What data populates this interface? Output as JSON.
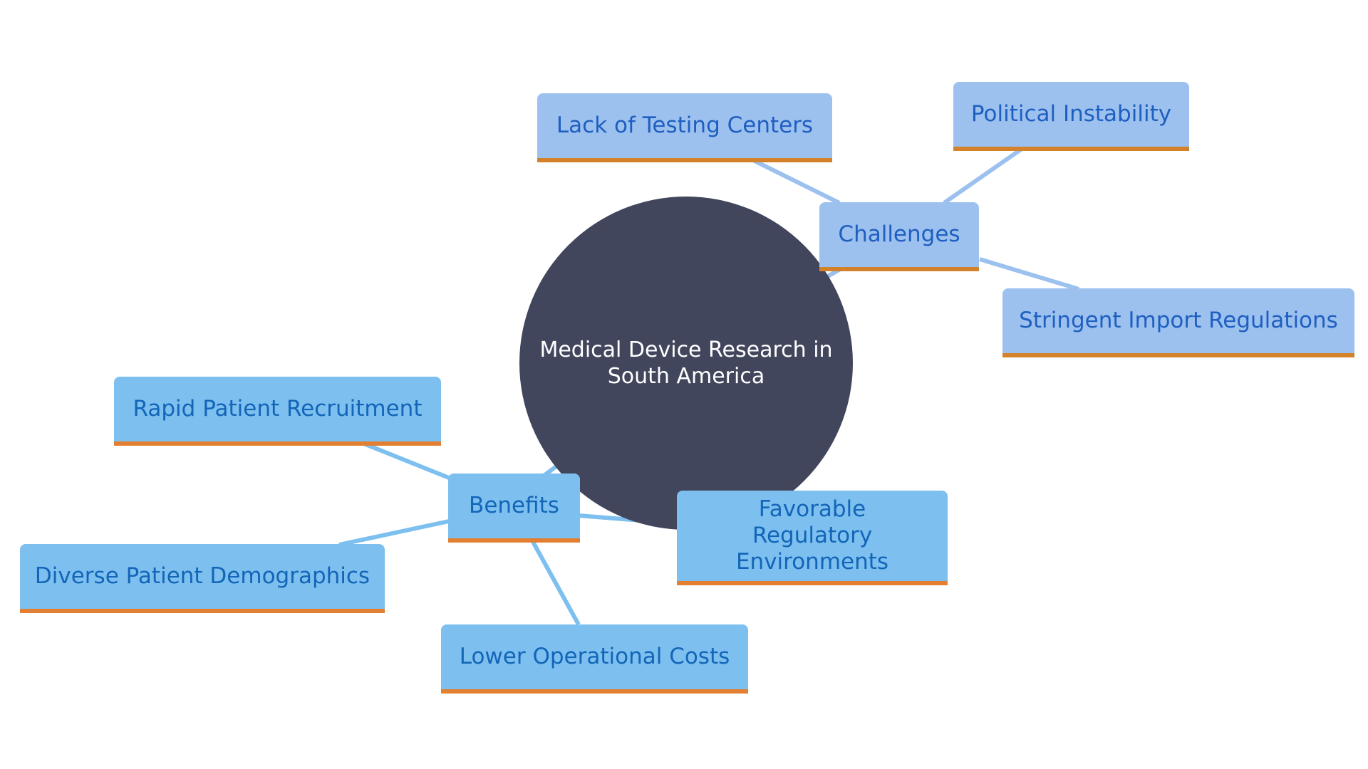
{
  "root": {
    "label": "Medical Device Research in South America",
    "color": "#42465c"
  },
  "challenges": {
    "label": "Challenges",
    "color": "#9cc1ef",
    "items": [
      "Lack of Testing Centers",
      "Political Instability",
      "Stringent Import Regulations"
    ]
  },
  "benefits": {
    "label": "Benefits",
    "color": "#7dc0f0",
    "items": [
      "Rapid Patient Recruitment",
      "Diverse Patient Demographics",
      "Lower Operational Costs",
      "Favorable Regulatory Environments"
    ]
  },
  "colors": {
    "edge_challenges": "#9cc1ef",
    "edge_benefits": "#7dc0f0",
    "node_underline": "#e07b2c"
  }
}
